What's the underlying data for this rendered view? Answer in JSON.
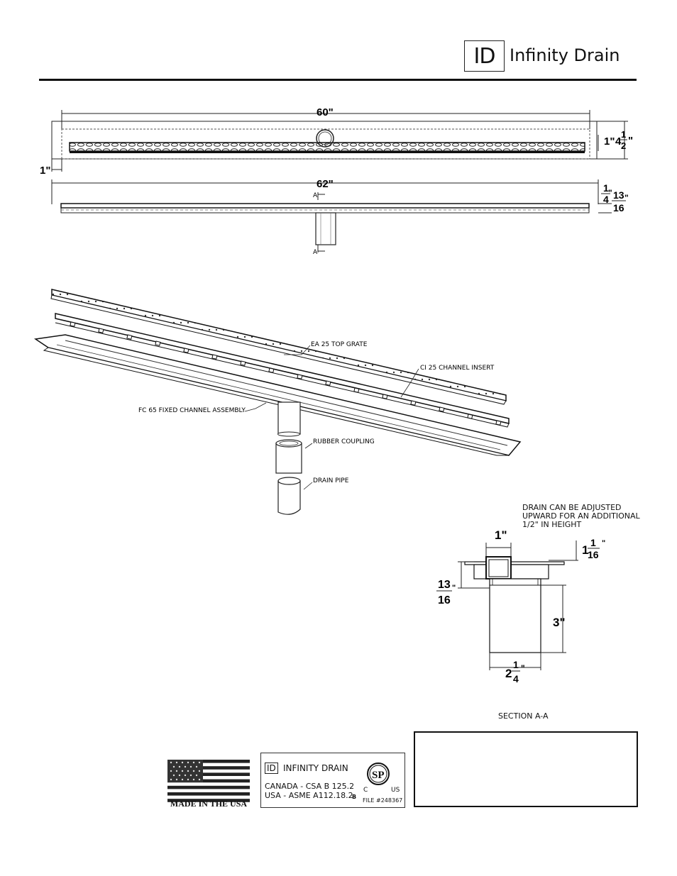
{
  "header": {
    "logo_mark": "ID",
    "brand": "Infinity Drain"
  },
  "top_view": {
    "length_dim": "60\"",
    "offset_dim": "1\"",
    "width_dim_a": "1\"",
    "width_dim_b_whole": "4",
    "width_dim_b_num": "1",
    "width_dim_b_den": "2",
    "width_dim_b_unit": "\""
  },
  "side_view": {
    "length_dim": "62\"",
    "section_mark_top": "A",
    "section_mark_bottom": "A",
    "h1_num": "1",
    "h1_den": "4",
    "h1_unit": "\"",
    "h2_num": "13",
    "h2_den": "16",
    "h2_unit": "\""
  },
  "exploded": {
    "part_top_grate": "EA 25 TOP GRATE",
    "part_channel_insert": "CI 25 CHANNEL INSERT",
    "part_fixed_channel": "FC 65 FIXED CHANNEL ASSEMBLY",
    "part_rubber_coupling": "RUBBER COUPLING",
    "part_drain_pipe": "DRAIN PIPE"
  },
  "section": {
    "note_line1": "DRAIN CAN BE ADJUSTED",
    "note_line2": "UPWARD FOR AN ADDITIONAL",
    "note_line3": "1/2\" IN HEIGHT",
    "dim_top": "1\"",
    "dim_right_whole": "1",
    "dim_right_num": "1",
    "dim_right_den": "16",
    "dim_right_unit": "\"",
    "dim_left_num": "13",
    "dim_left_den": "16",
    "dim_left_unit": "\"",
    "dim_height": "3\"",
    "dim_width_whole": "2",
    "dim_width_num": "1",
    "dim_width_den": "4",
    "dim_width_unit": "\"",
    "title": "SECTION A-A"
  },
  "footer": {
    "made_in": "MADE IN THE USA",
    "cert_mark": "ID",
    "cert_brand": "INFINITY DRAIN",
    "cert_line1": "CANADA - CSA B 125.2",
    "cert_line2": "USA - ASME A112.18.2",
    "cert_b": "B",
    "cert_c": "C",
    "cert_us": "US",
    "cert_file": "FILE #248367",
    "csa_logo": "SP"
  }
}
